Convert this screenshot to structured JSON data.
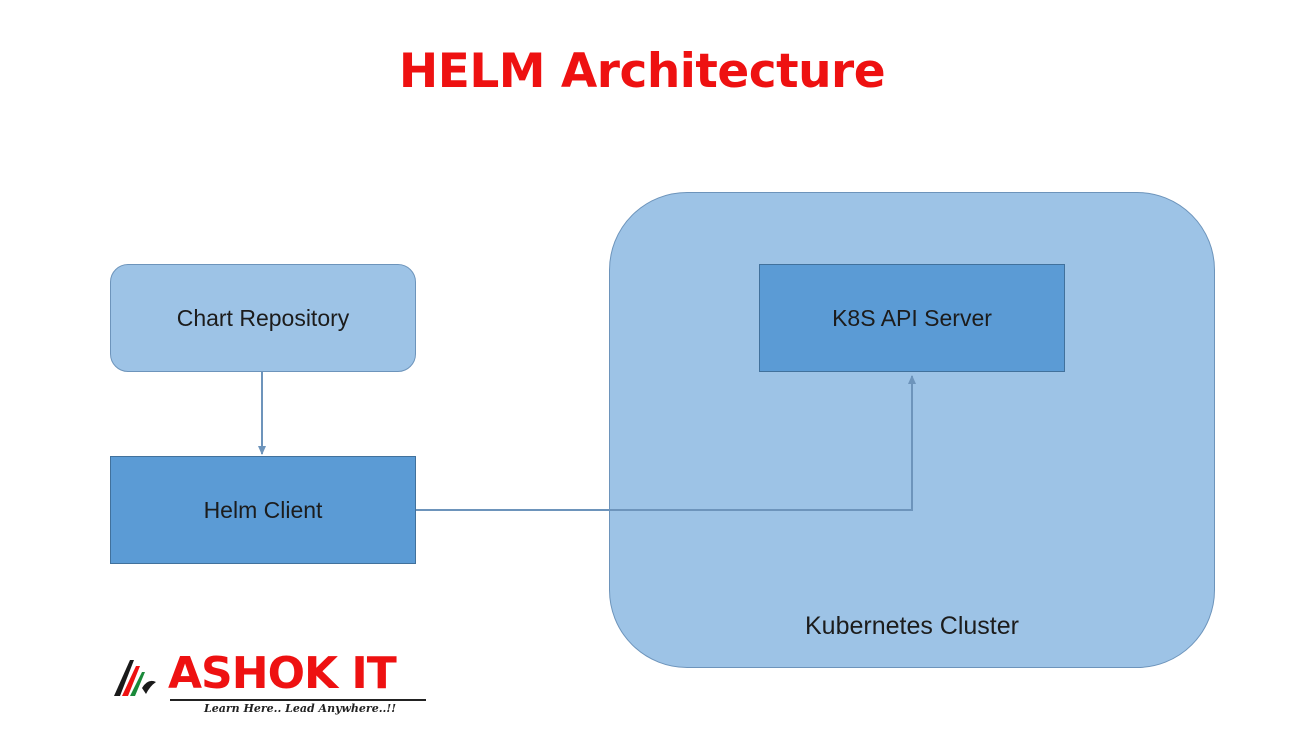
{
  "title": "HELM Architecture",
  "nodes": {
    "chart_repository": "Chart Repository",
    "helm_client": "Helm Client",
    "k8s_api_server": "K8S API Server",
    "kubernetes_cluster": "Kubernetes Cluster"
  },
  "edges": [
    {
      "from": "Chart Repository",
      "to": "Helm Client"
    },
    {
      "from": "Helm Client",
      "to": "K8S API Server"
    }
  ],
  "logo": {
    "name": "ASHOK IT",
    "tagline": "Learn Here.. Lead Anywhere..!!"
  },
  "colors": {
    "title": "#ee1111",
    "light_box": "#9dc3e6",
    "dark_box": "#5b9bd5",
    "connector": "#6d94bb"
  }
}
